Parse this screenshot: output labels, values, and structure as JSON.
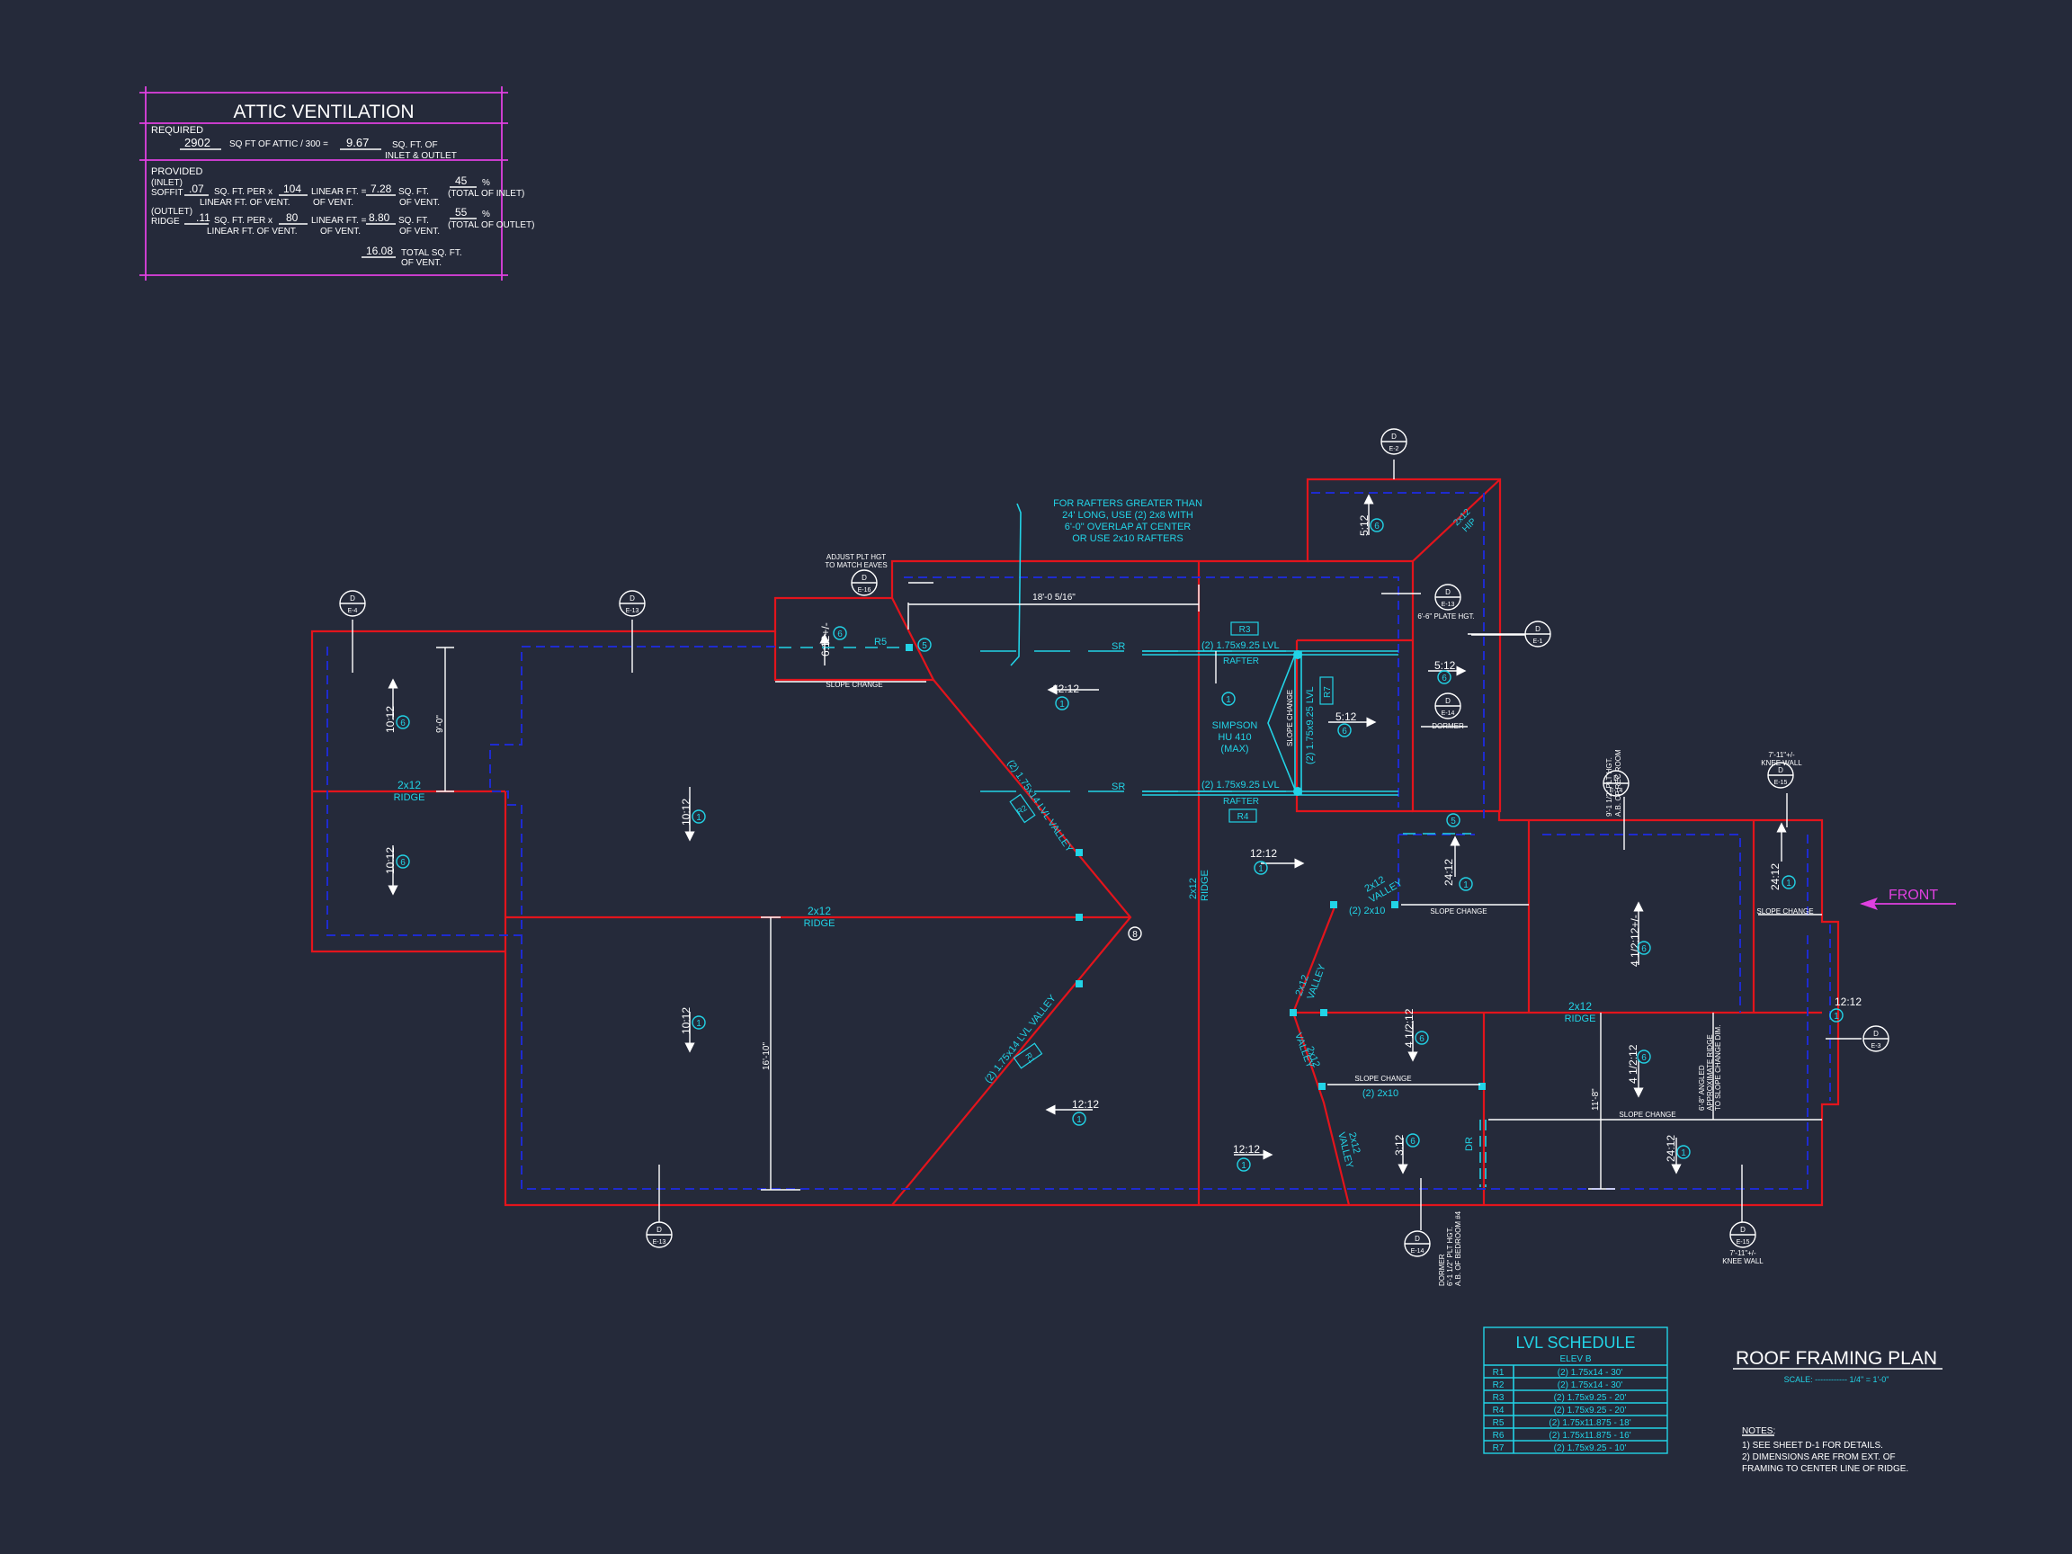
{
  "colors": {
    "background": "#252a3a",
    "wall": "#e3141c",
    "dashed": "#1e2bd0",
    "annotation": "#22d3e6",
    "dimension": "#ffffff",
    "vent_table": "#e040e0"
  },
  "attic": {
    "title": "ATTIC VENTILATION",
    "required": "REQUIRED",
    "req_sqft": "2902",
    "req_text1": "SQ FT OF ATTIC / 300 =",
    "req_value": "9.67",
    "req_text2": "SQ. FT. OF",
    "req_text3": "INLET & OUTLET",
    "provided": "PROVIDED",
    "inlet_label": "(INLET)",
    "soffit_label": "SOFFIT",
    "soffit_per": ".07",
    "sqft_per": "SQ. FT. PER x",
    "soffit_lin": "104",
    "linear_ft": "LINEAR FT. =",
    "soffit_total": "7.28",
    "sqft": "SQ. FT.",
    "linear_ft_vent": "LINEAR FT. OF VENT.",
    "of_vent": "OF VENT.",
    "soffit_pct": "45",
    "total_of_inlet": "(TOTAL OF INLET)",
    "outlet_label": "(OUTLET)",
    "ridge_label": "RIDGE",
    "ridge_per": ".11",
    "ridge_lin": "80",
    "ridge_total": "8.80",
    "ridge_pct": "55",
    "total_of_outlet": "(TOTAL OF OUTLET)",
    "pct": "%",
    "grand_total": "16.08",
    "total_sqft": "TOTAL SQ. FT.",
    "grand_of_vent": "OF VENT."
  },
  "notes_rafters": [
    "FOR RAFTERS GREATER THAN",
    "24' LONG, USE (2) 2x8 WITH",
    "6'-0\" OVERLAP AT CENTER",
    "OR USE 2x10 RAFTERS"
  ],
  "labels": {
    "adjust": [
      "ADJUST PLT HGT",
      "TO MATCH EAVES"
    ],
    "dim_top": "18'-0 5/16\"",
    "plate_hgt": "6'-6\" PLATE HGT.",
    "dormer": "DORMER",
    "slope_change": "SLOPE CHANGE",
    "ridge_2x12": "2x12",
    "ridge": "RIDGE",
    "r5": "R5",
    "sr": "SR",
    "r3": "R3",
    "r4": "R4",
    "r7": "R7",
    "r1": "R1",
    "r2": "R2",
    "lvl_rafter_top": "(2) 1.75x9.25 LVL",
    "rafter": "RAFTER",
    "lvl_vertical": "(2) 1.75x9.25 LVL",
    "simpson": [
      "SIMPSON",
      "HU 410",
      "(MAX)"
    ],
    "valley_lvl1": "(2) 1.75x14 LVL VALLEY",
    "valley_lvl2": "(2) 1.75x14 LVL VALLEY",
    "valley": "VALLEY",
    "twox10": "(2) 2x10",
    "dim_9_0": "9'-0\"",
    "dim_16_10": "16'-10\"",
    "dim_11_8": "11'-8\"",
    "angled": [
      "6'-8\" ANGLED",
      "APPROXIMATE RIDGE",
      "TO SLOPE CHANGE DIM."
    ],
    "knee_wall": [
      "7'-11\"+/-",
      "KNEE WALL"
    ],
    "front": "FRONT",
    "ab": [
      "9'-1 1/2\" PLT HGT.",
      "A.B. OF REC ROOM"
    ],
    "dormer_bottom": [
      "DORMER",
      "6'-1 1/2\" PLT HGT.",
      "A.B. OF BEDROOM #4"
    ],
    "hip": "HIP",
    "dr": "DR"
  },
  "slopes": {
    "s612": "6:12+/-",
    "s512": "5:12",
    "s1012": "10:12",
    "s1212": "12:12",
    "s412": "4 1/2:12",
    "s2412": "24:12",
    "s412b": "4 1/2:12+/-",
    "s312": "3:12",
    "s212": "2:12"
  },
  "bubbles": {
    "one": "1",
    "six": "6",
    "five": "5",
    "eight": "8"
  },
  "sections": {
    "d": "D",
    "e3": "E-3",
    "e4": "E-4",
    "e2": "E-2",
    "e16": "E-16",
    "e13": "E-13",
    "e14": "E-14",
    "e1": "E-1",
    "e15": "E-15"
  },
  "lvl_schedule": {
    "title": "LVL SCHEDULE",
    "subtitle": "ELEV B",
    "rows": [
      {
        "id": "R1",
        "spec": "(2) 1.75x14 - 30'"
      },
      {
        "id": "R2",
        "spec": "(2) 1.75x14 - 30'"
      },
      {
        "id": "R3",
        "spec": "(2) 1.75x9.25 - 20'"
      },
      {
        "id": "R4",
        "spec": "(2) 1.75x9.25 - 20'"
      },
      {
        "id": "R5",
        "spec": "(2) 1.75x11.875 - 18'"
      },
      {
        "id": "R6",
        "spec": "(2) 1.75x11.875 - 16'"
      },
      {
        "id": "R7",
        "spec": "(2) 1.75x9.25 - 10'"
      }
    ]
  },
  "plan": {
    "title": "ROOF FRAMING PLAN",
    "scale": "SCALE: ------------ 1/4\" = 1'-0\"",
    "notes_title": "NOTES:",
    "notes": [
      "1)  SEE SHEET D-1 FOR DETAILS.",
      "2)  DIMENSIONS ARE FROM EXT. OF",
      "     FRAMING TO CENTER LINE OF RIDGE."
    ]
  }
}
